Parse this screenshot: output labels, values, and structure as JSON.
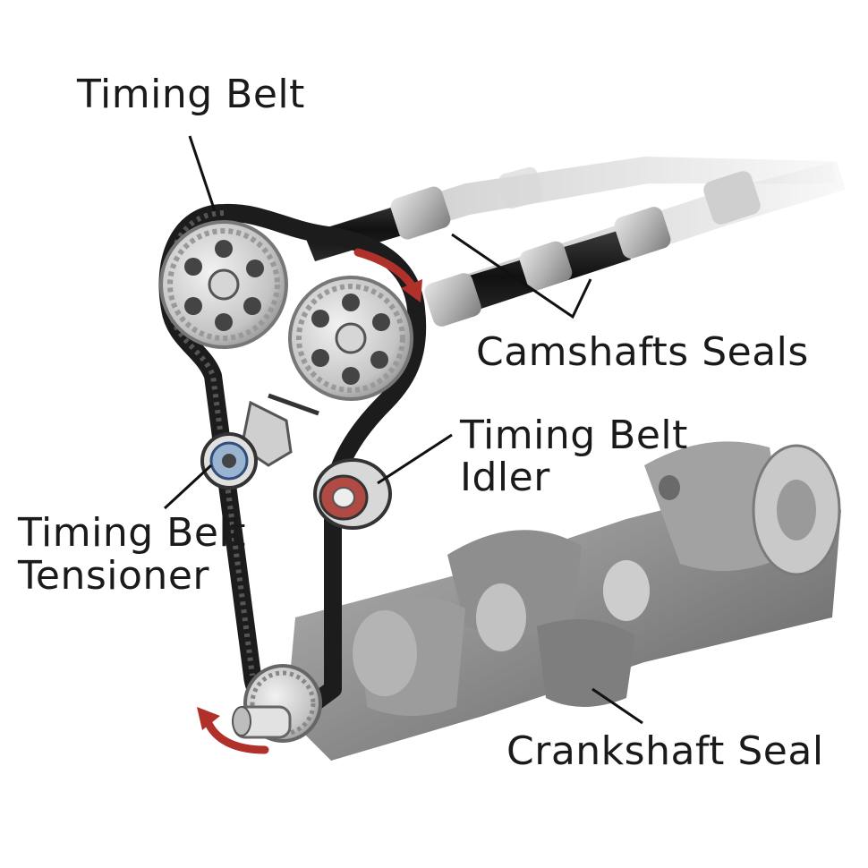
{
  "labels": {
    "timing_belt": "Timing Belt",
    "camshafts_seals": "Camshafts Seals",
    "idler_line1": "Timing Belt",
    "idler_line2": "Idler",
    "tensioner_line1": "Timing Belt",
    "tensioner_line2": "Tensioner",
    "crankshaft_seal": "Crankshaft Seal"
  },
  "colors": {
    "belt": "#1c1c1c",
    "metal": "#9a9a9a",
    "rotation_arrow": "#b0302a",
    "leader_line": "#111111"
  }
}
